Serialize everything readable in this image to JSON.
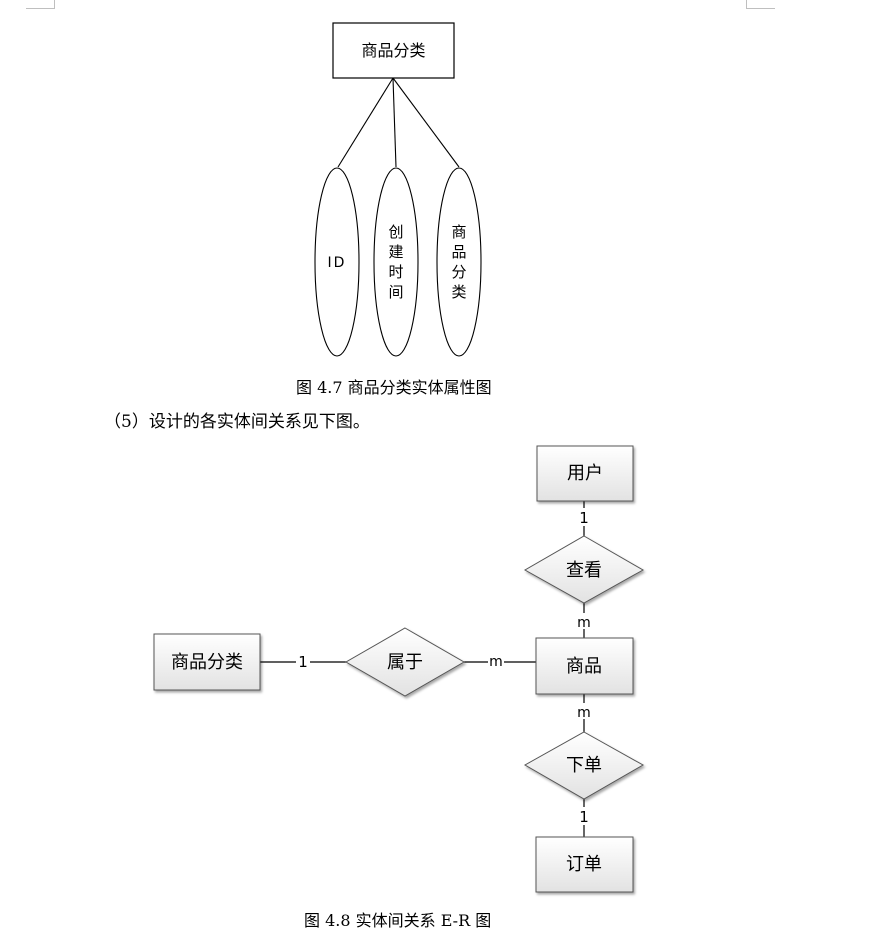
{
  "fig47": {
    "entity": "商品分类",
    "attributes": [
      "ID",
      "创建时间",
      "商品分类"
    ],
    "caption": "图 4.7  商品分类实体属性图"
  },
  "paragraph": "（5）设计的各实体间关系见下图。",
  "fig48": {
    "entities": {
      "user": "用户",
      "category": "商品分类",
      "product": "商品",
      "order": "订单"
    },
    "relations": {
      "view": "查看",
      "belong": "属于",
      "place_order": "下单"
    },
    "cardinalities": {
      "user_view": "1",
      "view_product": "m",
      "category_belong": "1",
      "belong_product": "m",
      "product_order_rel": "m",
      "order_rel_order": "1"
    },
    "caption": "图 4.8  实体间关系 E-R 图"
  }
}
